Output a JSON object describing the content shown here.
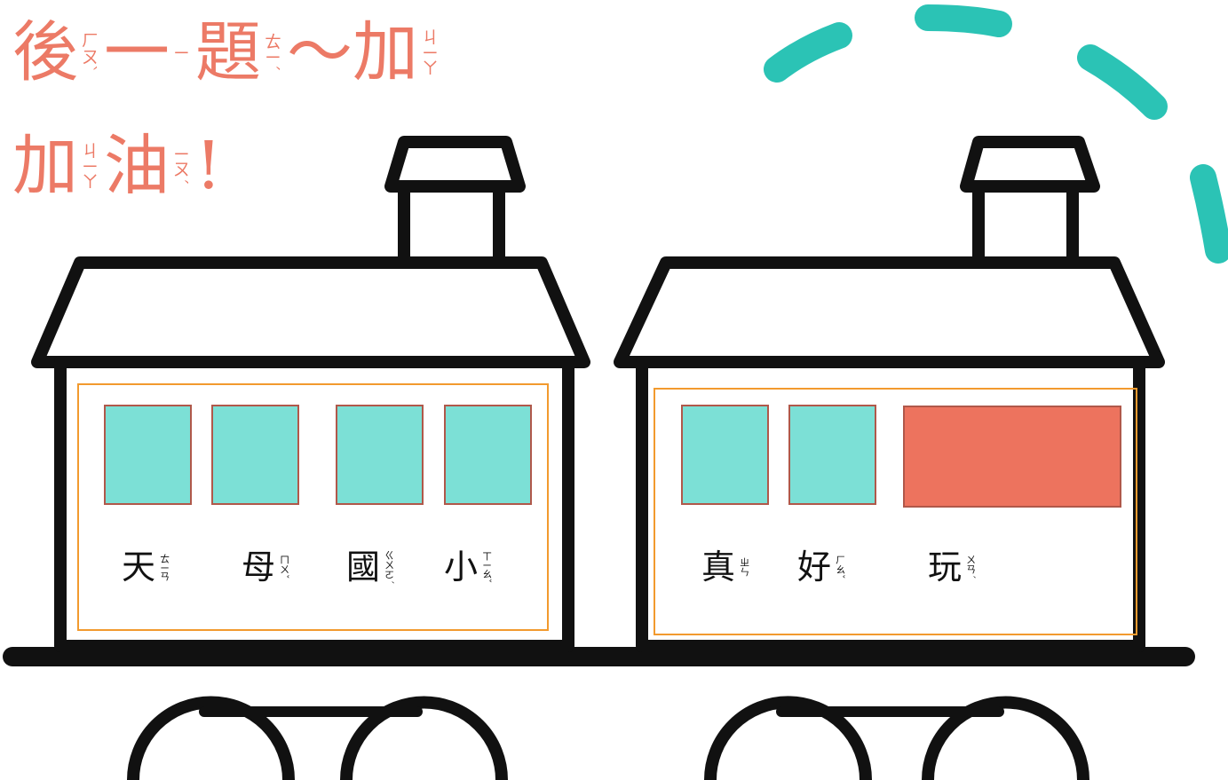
{
  "title": {
    "line1": [
      {
        "char": "後",
        "zhuyin": "ㄏㄡˋ"
      },
      {
        "char": "一",
        "zhuyin": "ㄧ"
      },
      {
        "char": "題",
        "zhuyin": "ㄊㄧˊ"
      },
      {
        "char": "～"
      },
      {
        "char": "加",
        "zhuyin": "ㄐㄧㄚ"
      }
    ],
    "line2": [
      {
        "char": "加",
        "zhuyin": "ㄐㄧㄚ"
      },
      {
        "char": "油",
        "zhuyin": "ㄧㄡˊ"
      },
      {
        "char": "!"
      }
    ]
  },
  "colors": {
    "title": "#ec7a66",
    "window_teal": "#7ce0d6",
    "window_red": "#ed735e",
    "frame_orange": "#f29a2e",
    "arc_teal": "#2bc3b5",
    "train_line": "#111111"
  },
  "car1": {
    "windows": [
      {
        "color": "#7ce0d6"
      },
      {
        "color": "#7ce0d6"
      },
      {
        "color": "#7ce0d6"
      },
      {
        "color": "#7ce0d6"
      }
    ],
    "words": [
      {
        "char": "天",
        "zhuyin": "ㄊㄧㄢ"
      },
      {
        "char": "母",
        "zhuyin": "ㄇㄨˇ"
      },
      {
        "char": "國",
        "zhuyin": "ㄍㄨㄛˊ"
      },
      {
        "char": "小",
        "zhuyin": "ㄒㄧㄠˇ"
      }
    ]
  },
  "car2": {
    "windows": [
      {
        "color": "#7ce0d6"
      },
      {
        "color": "#7ce0d6"
      },
      {
        "color": "#ed735e"
      }
    ],
    "words": [
      {
        "char": "真",
        "zhuyin": "ㄓㄣ"
      },
      {
        "char": "好",
        "zhuyin": "ㄏㄠˇ"
      },
      {
        "char": "玩",
        "zhuyin": "ㄨㄢˊ"
      }
    ]
  }
}
